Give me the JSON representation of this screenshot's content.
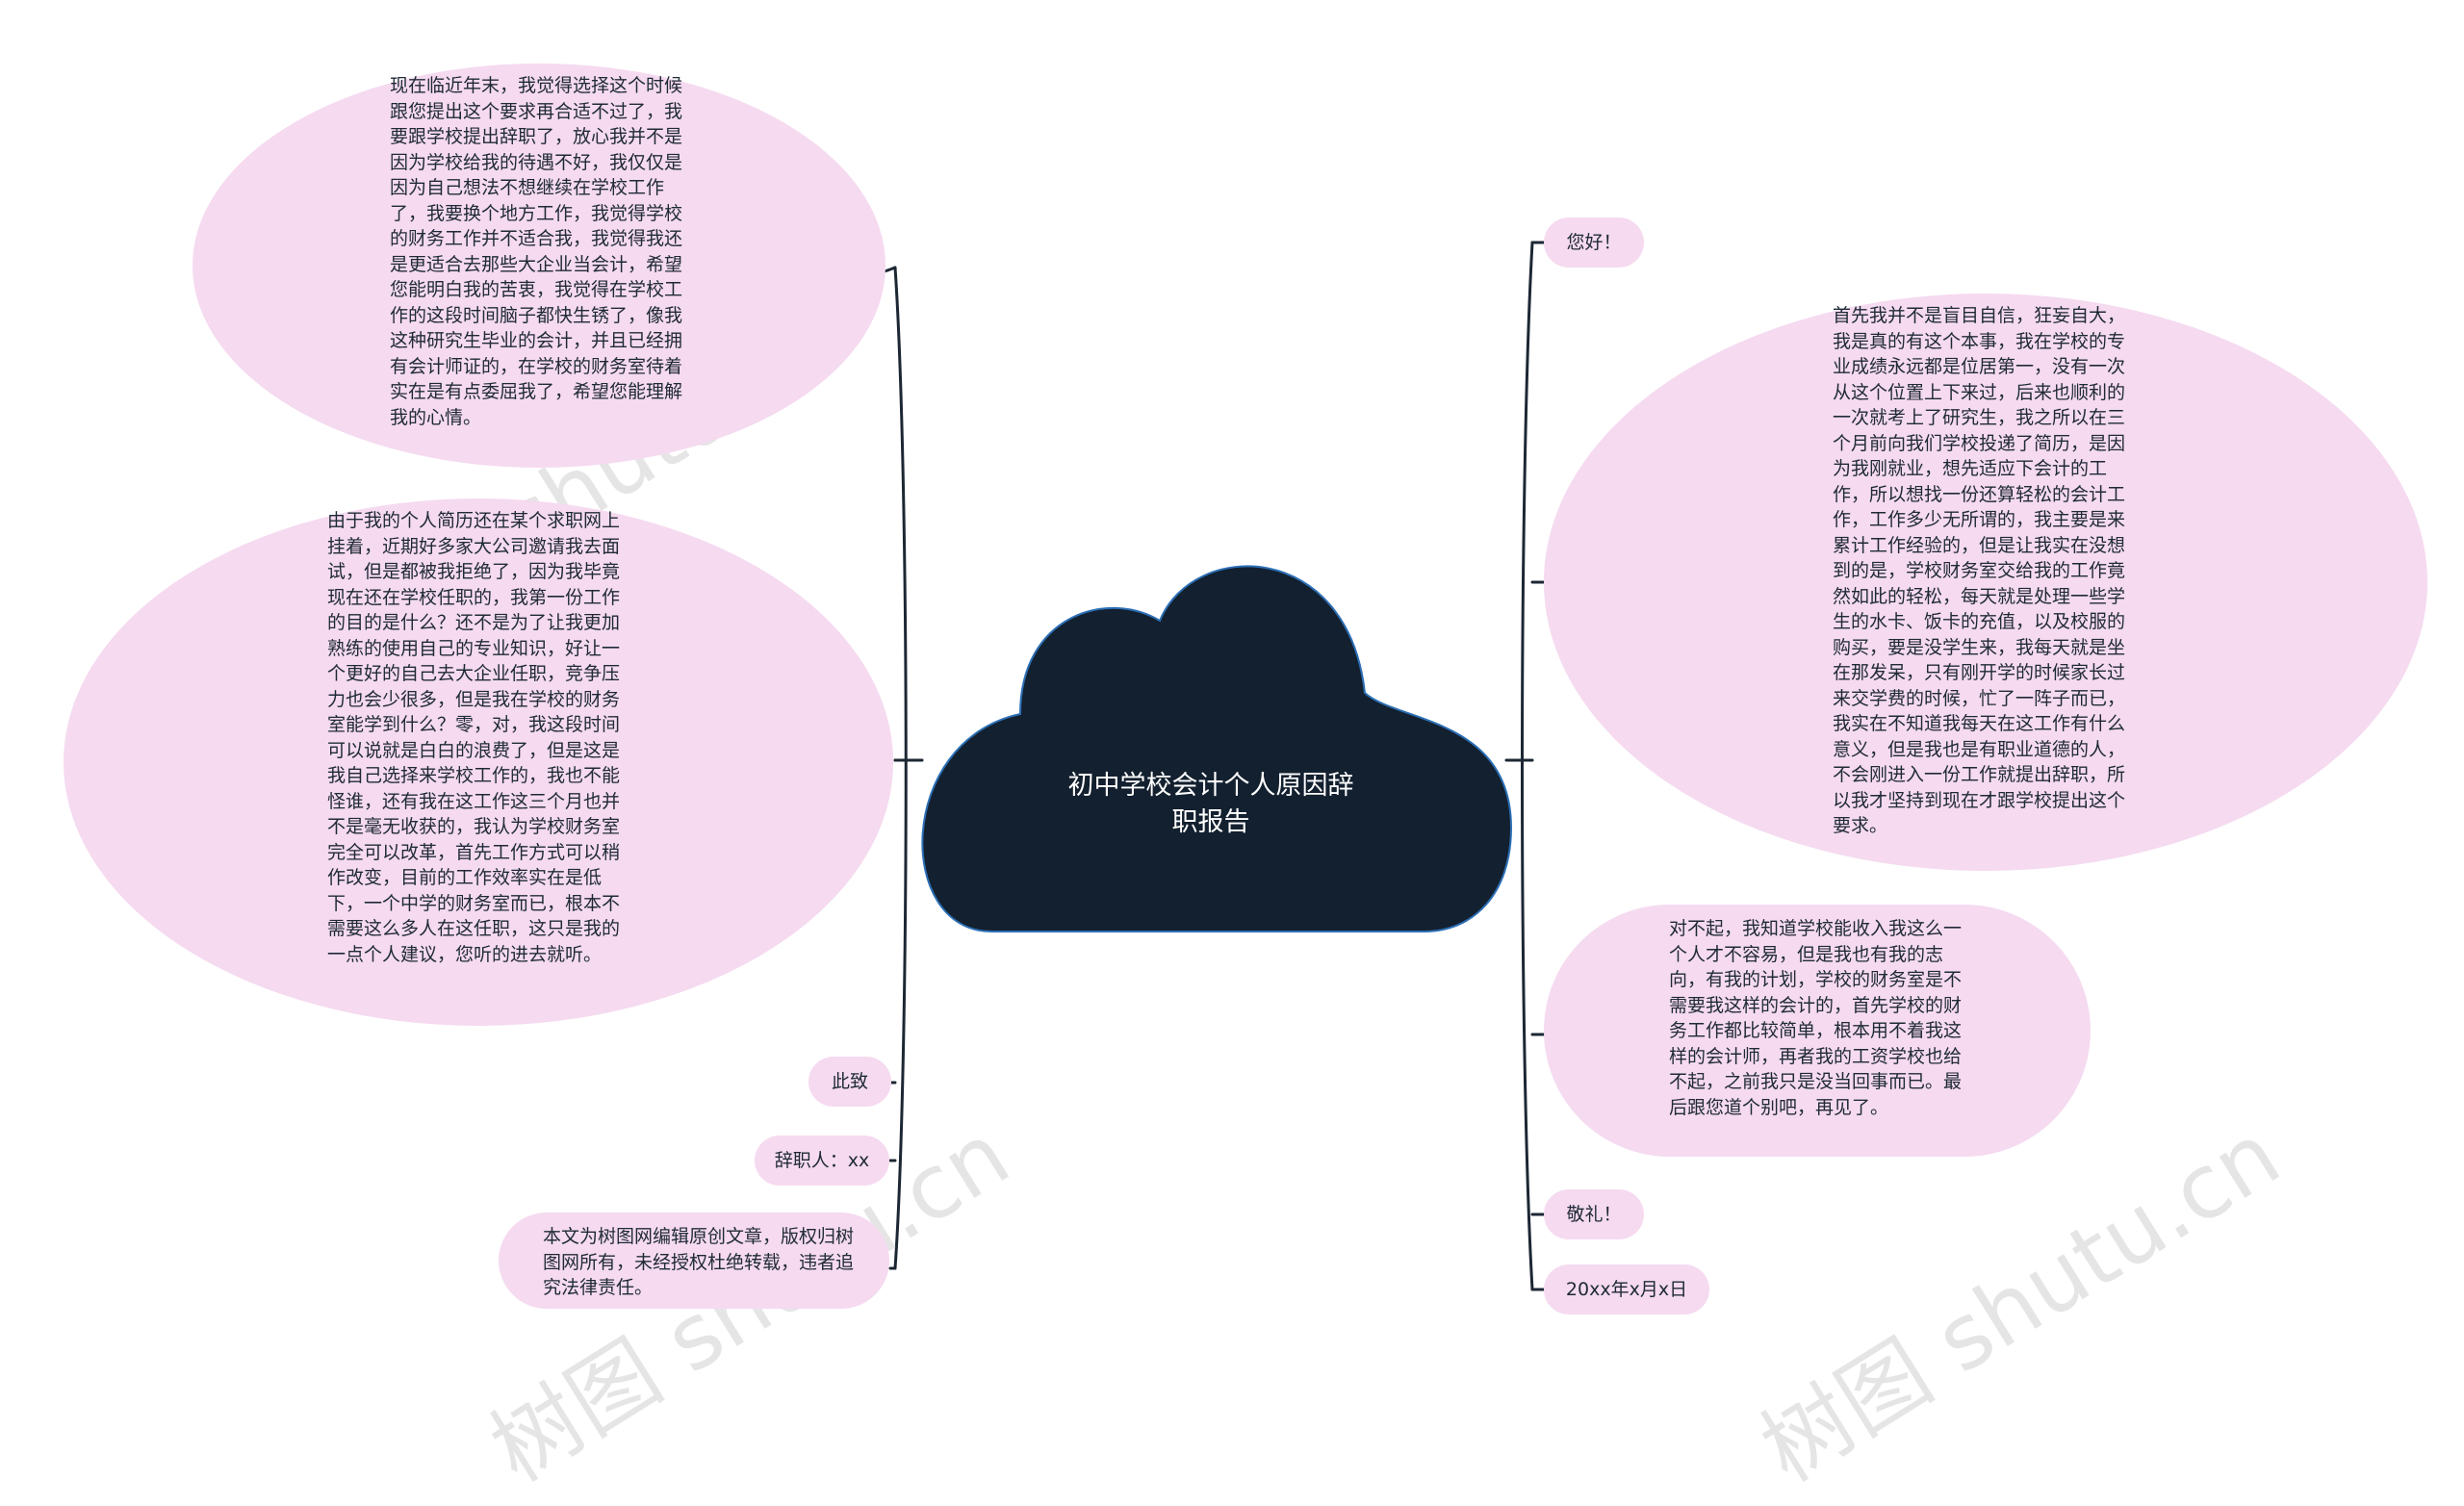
{
  "center": {
    "title": "初中学校会计个人原因辞职报告"
  },
  "left_nodes": [
    "现在临近年末，我觉得选择这个时候跟您提出这个要求再合适不过了，我要跟学校提出辞职了，放心我并不是因为学校给我的待遇不好，我仅仅是因为自己想法不想继续在学校工作了，我要换个地方工作，我觉得学校的财务工作并不适合我，我觉得我还是更适合去那些大企业当会计，希望您能明白我的苦衷，我觉得在学校工作的这段时间脑子都快生锈了，像我这种研究生毕业的会计，并且已经拥有会计师证的，在学校的财务室待着实在是有点委屈我了，希望您能理解我的心情。",
    "由于我的个人简历还在某个求职网上挂着，近期好多家大公司邀请我去面试，但是都被我拒绝了，因为我毕竟现在还在学校任职的，我第一份工作的目的是什么？还不是为了让我更加熟练的使用自己的专业知识，好让一个更好的自己去大企业任职，竞争压力也会少很多，但是我在学校的财务室能学到什么？零，对，我这段时间可以说就是白白的浪费了，但是这是我自己选择来学校工作的，我也不能怪谁，还有我在这工作这三个月也并不是毫无收获的，我认为学校财务室完全可以改革，首先工作方式可以稍作改变，目前的工作效率实在是低下，一个中学的财务室而已，根本不需要这么多人在这任职，这只是我的一点个人建议，您听的进去就听。",
    "此致",
    "辞职人：xx",
    "本文为树图网编辑原创文章，版权归树图网所有，未经授权杜绝转载，违者追究法律责任。"
  ],
  "right_nodes": [
    "您好！",
    "首先我并不是盲目自信，狂妄自大，我是真的有这个本事，我在学校的专业成绩永远都是位居第一，没有一次从这个位置上下来过，后来也顺利的一次就考上了研究生，我之所以在三个月前向我们学校投递了简历，是因为我刚就业，想先适应下会计的工作，所以想找一份还算轻松的会计工作，工作多少无所谓的，我主要是来累计工作经验的，但是让我实在没想到的是，学校财务室交给我的工作竟然如此的轻松，每天就是处理一些学生的水卡、饭卡的充值，以及校服的购买，要是没学生来，我每天就是坐在那发呆，只有刚开学的时候家长过来交学费的时候，忙了一阵子而已，我实在不知道我每天在这工作有什么意义，但是我也是有职业道德的人，不会刚进入一份工作就提出辞职，所以我才坚持到现在才跟学校提出这个要求。",
    "对不起，我知道学校能收入我这么一个人才不容易，但是我也有我的志向，有我的计划，学校的财务室是不需要我这样的会计的，首先学校的财务工作都比较简单，根本用不着我这样的会计师，再者我的工资学校也给不起，之前我只是没当回事而已。最后跟您道个别吧，再见了。",
    "敬礼！",
    "20xx年x月x日"
  ],
  "watermark": "树图 shutu.cn",
  "colors": {
    "center_fill": "#13202f",
    "node_fill": "#f5daf0",
    "line": "#1c2733"
  }
}
